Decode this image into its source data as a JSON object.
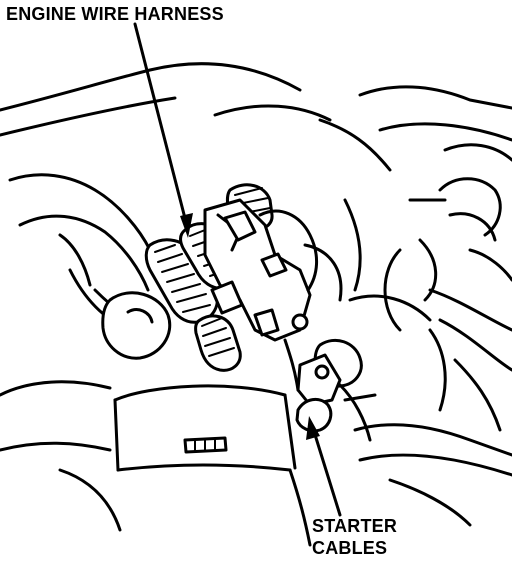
{
  "labels": {
    "engine_wire_harness": "ENGINE WIRE HARNESS",
    "starter_line1": "STARTER",
    "starter_line2": "CABLES"
  },
  "colors": {
    "ink": "#000000",
    "paper": "#ffffff"
  }
}
